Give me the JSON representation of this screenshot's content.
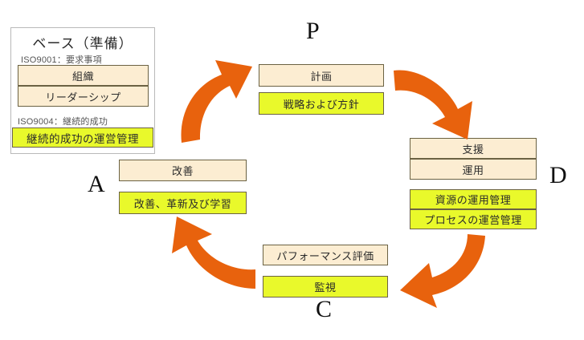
{
  "diagram": {
    "title": "PDCA cycle with ISO9001 / ISO9004 base",
    "accent_color": "#e8620d",
    "cream_color": "#fcedd2",
    "yellow_color": "#e9f92b",
    "base": {
      "title": "ベース（準備）",
      "iso9001_label": "ISO9001：要求事項",
      "iso9004_label": "ISO9004：継続的成功",
      "iso9001_items": [
        "組織",
        "リーダーシップ"
      ],
      "iso9004_items": [
        "継続的成功の運営管理"
      ]
    },
    "stages": {
      "plan": {
        "letter": "P",
        "cream_items": [
          "計画"
        ],
        "yellow_items": [
          "戦略および方針"
        ]
      },
      "do": {
        "letter": "D",
        "cream_items": [
          "支援",
          "運用"
        ],
        "yellow_items": [
          "資源の運用管理",
          "プロセスの運営管理"
        ]
      },
      "check": {
        "letter": "C",
        "cream_items": [
          "パフォーマンス評価"
        ],
        "yellow_items": [
          "監視"
        ]
      },
      "act": {
        "letter": "A",
        "cream_items": [
          "改善"
        ],
        "yellow_items": [
          "改善、革新及び学習"
        ]
      }
    },
    "arrows": [
      {
        "name": "arrow-act-to-plan",
        "from": "A",
        "to": "P"
      },
      {
        "name": "arrow-plan-to-do",
        "from": "P",
        "to": "D"
      },
      {
        "name": "arrow-do-to-check",
        "from": "D",
        "to": "C"
      },
      {
        "name": "arrow-check-to-act",
        "from": "C",
        "to": "A"
      }
    ]
  }
}
